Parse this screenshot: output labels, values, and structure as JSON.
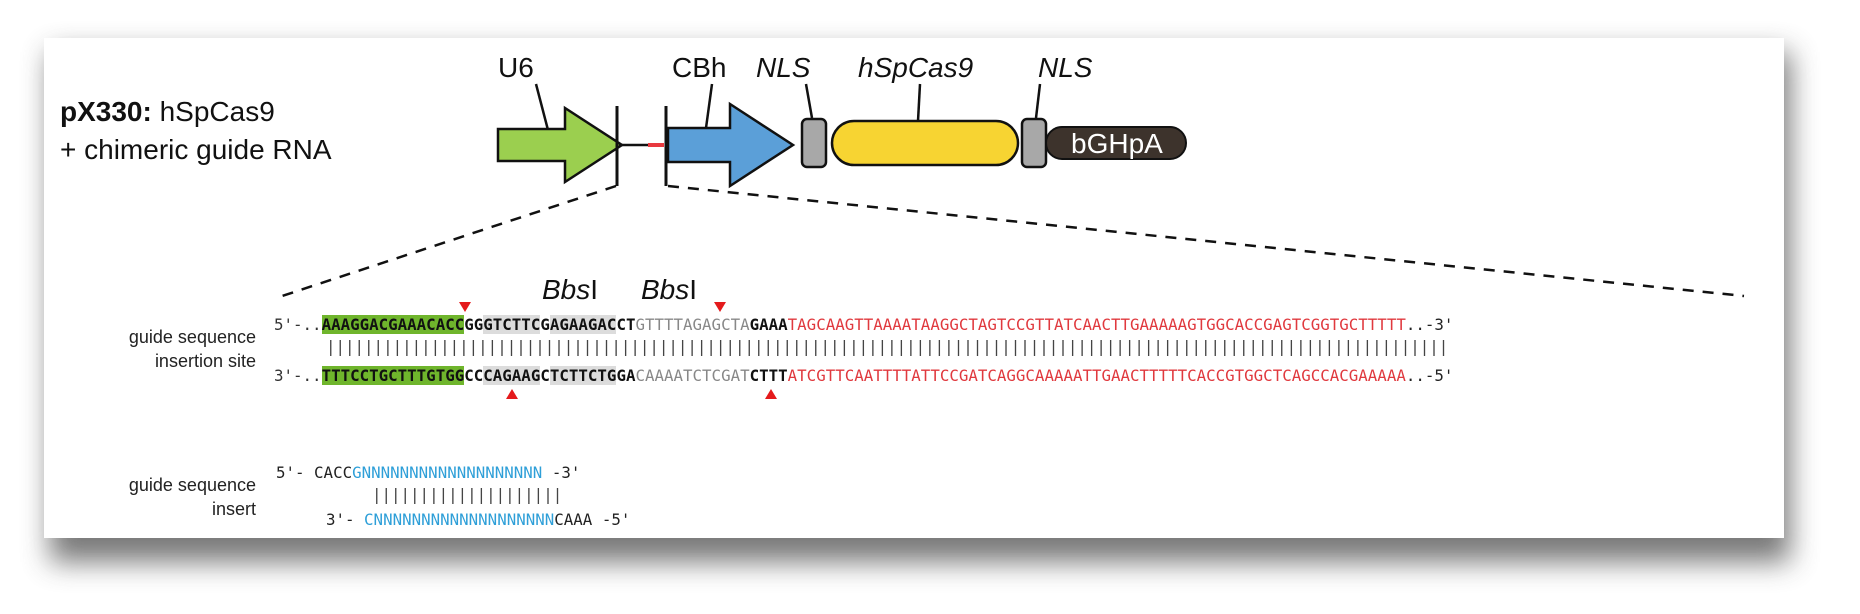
{
  "plasmid": {
    "name": "pX330",
    "colon": ":",
    "line1_rest": " hSpCas9",
    "line2": "+ chimeric guide RNA"
  },
  "elements": {
    "u6": "U6",
    "cbh": "CBh",
    "nls_left": "NLS",
    "cas9": "hSpCas9",
    "nls_right": "NLS",
    "bghpa": "bGHpA"
  },
  "enzymes": {
    "bbs_italic": "Bbs",
    "bbs_roman": "I"
  },
  "colors": {
    "u6_green": "#9bcf4f",
    "cbh_blue": "#5b9fd8",
    "nls_grey": "#a8a8a8",
    "cas9_yellow": "#f7d432",
    "bghpa_brown": "#3d332c",
    "linker_red": "#e8393f",
    "site_green": "#6fb52c",
    "marker_red": "#e41a1c",
    "insert_cyan": "#2e9fd8"
  },
  "insertion_site": {
    "label_line1": "guide sequence",
    "label_line2": "insertion site",
    "top": {
      "prefix": "5'-..",
      "green": "AAAGGACGAAACACC",
      "seg1": "GG",
      "grey1": "GTCTTC",
      "seg2": "G",
      "grey2": "AGAAGAC",
      "seg3": "CT",
      "light": "GTTTTAGAGCTA",
      "bold": "GAAA",
      "red": "TAGCAAGTTAAAATAAGGCTAGTCCGTTATCAACTTGAAAAAGTGGCACCGAGTCGGTGCTTTTT",
      "suffix": "..-3'"
    },
    "bars": "||||||||||||||||||||||||||||||||||||||||||||||||||||||||||||||||||||||||||||||||||||||||||||||||||||||||||||||||||||||",
    "bottom": {
      "prefix": "3'-..",
      "green": "TTTCCTGCTTTGTGG",
      "seg1": "CC",
      "grey1": "CAGAAG",
      "seg2": "C",
      "grey2": "TCTTCTG",
      "seg3": "GA",
      "light": "CAAAATCTCGAT",
      "bold": "CTTT",
      "red": "ATCGTTCAATTTTATTCCGATCAGGCAAAAATTGAACTTTTTCACCGTGGCTCAGCCACGAAAAA",
      "suffix": "..-5'"
    }
  },
  "insert": {
    "label_line1": "guide sequence",
    "label_line2": "insert",
    "top_prefix": "5'- CACC",
    "top_n": "GNNNNNNNNNNNNNNNNNNN",
    "top_suffix": " -3'",
    "bars": "||||||||||||||||||||",
    "bottom_prefix": "3'- ",
    "bottom_n": "CNNNNNNNNNNNNNNNNNNN",
    "bottom_suffix": "CAAA -5'"
  }
}
